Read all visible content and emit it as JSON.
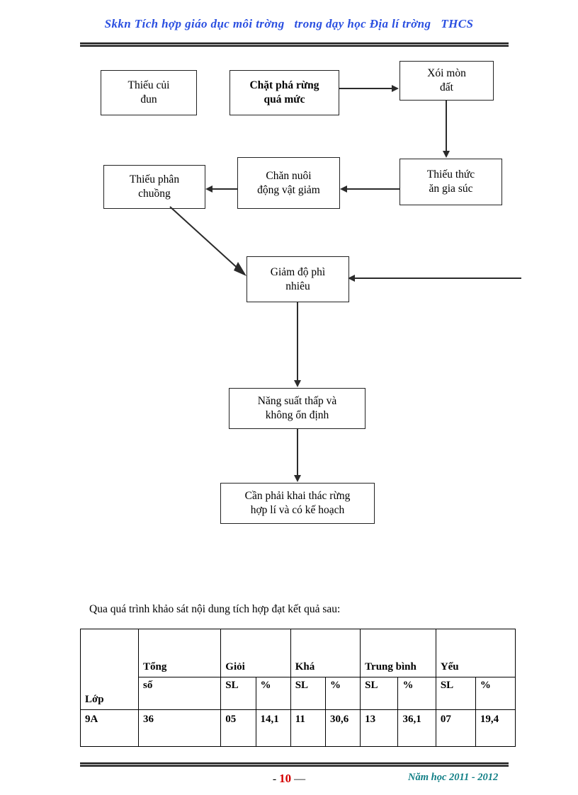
{
  "header": {
    "title": "Skkn Tích hợp giáo dục môi trờng   trong dạy học Địa lí trờng   THCS",
    "title_color": "#2a4fe0"
  },
  "flowchart": {
    "boxes": [
      {
        "id": "thieu-cui-dun",
        "label": "Thiếu củi\nđun",
        "bold": false
      },
      {
        "id": "chat-pha-rung",
        "label": "Chặt phá rừng\nquá mức",
        "bold": true
      },
      {
        "id": "xoi-mon-dat",
        "label": "Xói mòn\nđất",
        "bold": false
      },
      {
        "id": "thieu-phan-chuong",
        "label": "Thiếu phân\nchuồng",
        "bold": false
      },
      {
        "id": "chan-nuoi-giam",
        "label": "Chăn nuôi\nđộng vật giảm",
        "bold": false
      },
      {
        "id": "thieu-thuc-an-gia-suc",
        "label": "Thiếu thức\năn gia súc",
        "bold": false
      },
      {
        "id": "giam-do-phi-nhieu",
        "label": "Giảm độ phì\nnhiêu",
        "bold": false
      },
      {
        "id": "nang-suat-thap",
        "label": "Năng suất thấp và\nkhông ổn định",
        "bold": false
      },
      {
        "id": "khai-thac-rung",
        "label": "Cần phải khai thác rừng\nhợp lí và có kế hoạch",
        "bold": false
      }
    ],
    "line_color": "#2b2b2b",
    "border_color": "#222222"
  },
  "body": {
    "intro_text": "Qua quá trình khảo sát nội dung tích hợp đạt kết quả sau:"
  },
  "table": {
    "header_main": [
      "Lớp",
      "Tổng",
      "Giỏi",
      "",
      "Khá",
      "",
      "Trung bình",
      "",
      "Yếu",
      ""
    ],
    "header_sub": [
      "",
      "số",
      "SL",
      "%",
      "SL",
      "%",
      "SL",
      "%",
      "SL",
      "%"
    ],
    "rows": [
      {
        "lop": "9A",
        "tong_so": "36",
        "gioi_sl": "05",
        "gioi_pc": "14,1",
        "kha_sl": "11",
        "kha_pc": "30,6",
        "tb_sl": "13",
        "tb_pc": "36,1",
        "yeu_sl": "07",
        "yeu_pc": "19,4"
      }
    ]
  },
  "footer": {
    "page_prefix": "- ",
    "page_number": "10",
    "page_suffix": " —",
    "year_text": "Năm học 2011 - 2012",
    "page_number_color": "#d40000",
    "year_color": "#117f86"
  }
}
